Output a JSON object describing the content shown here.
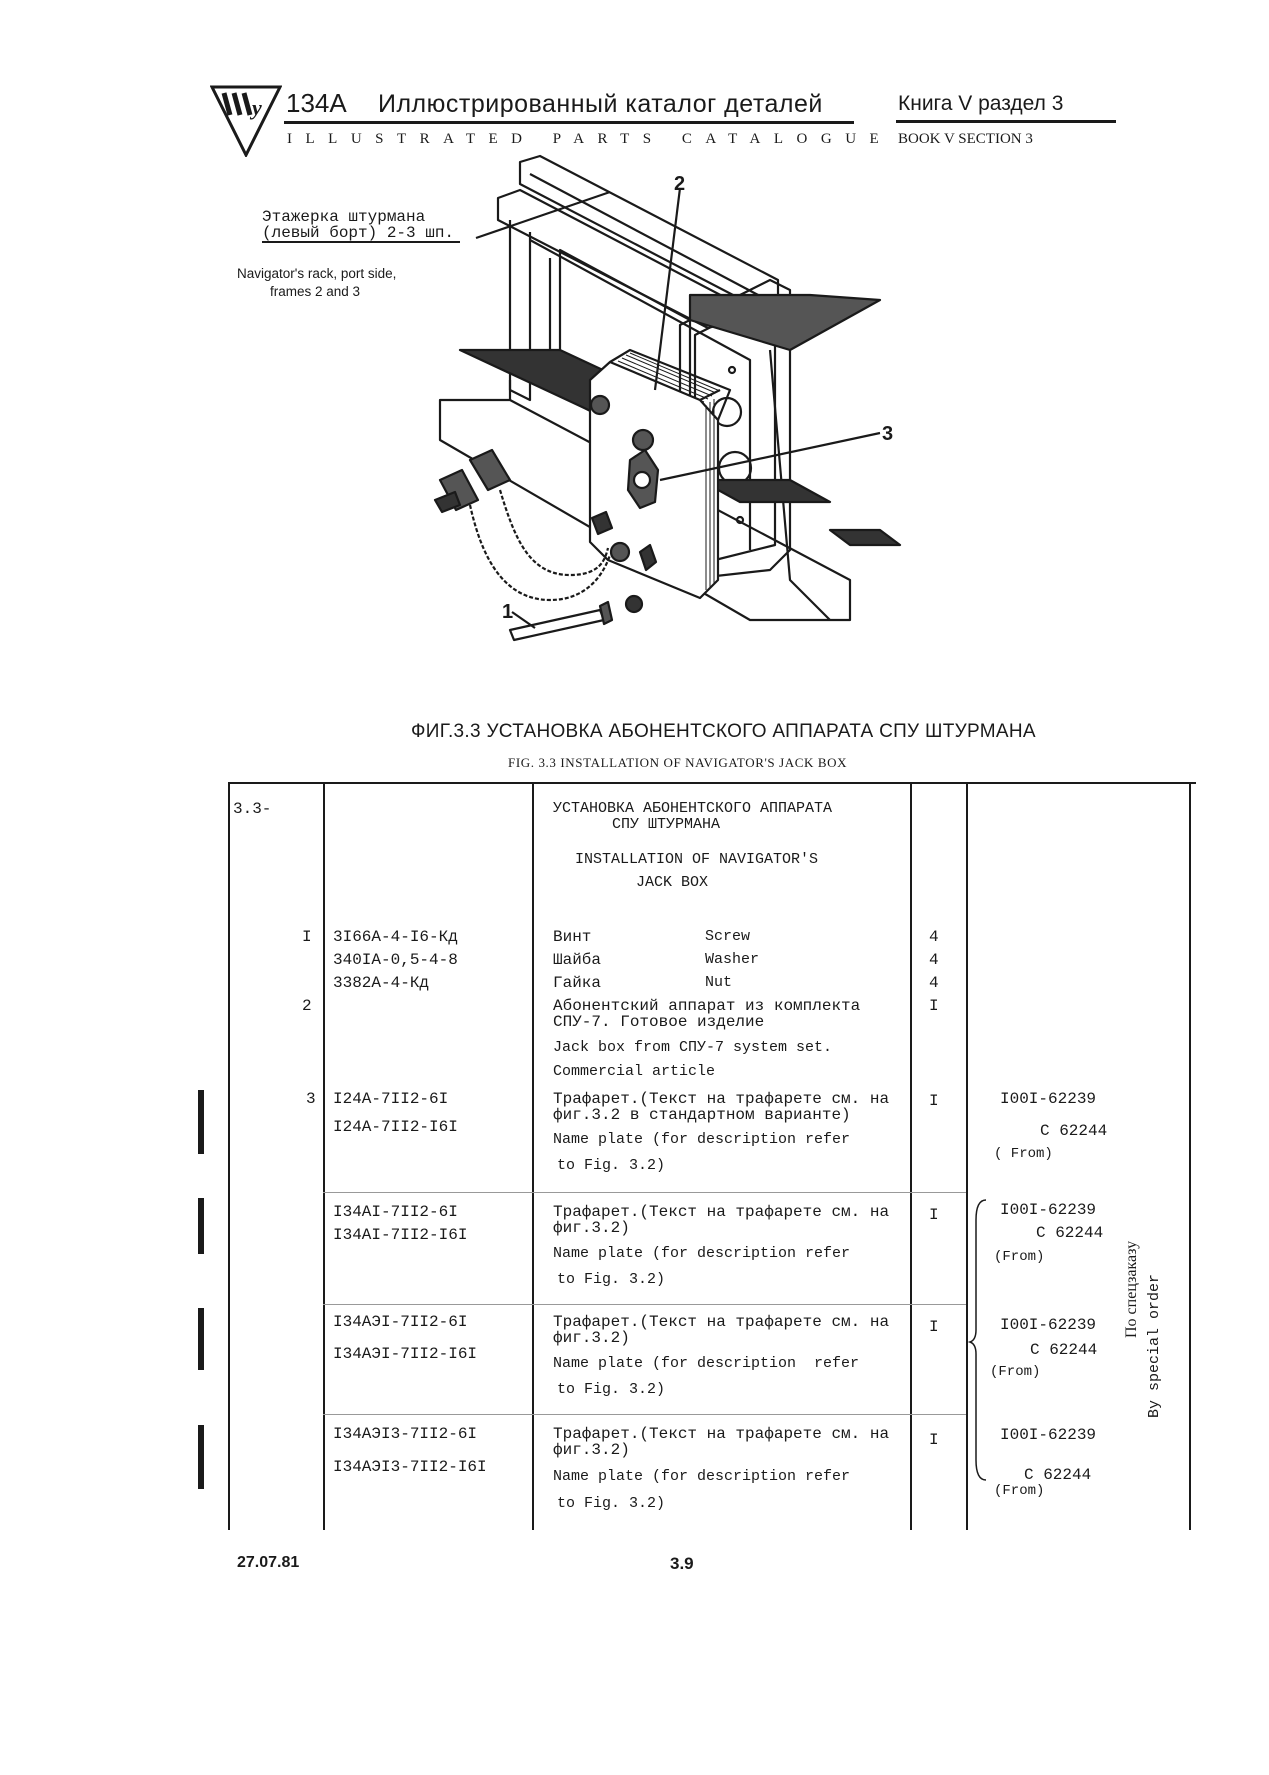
{
  "header": {
    "code": "134A",
    "title_ru": "Иллюстрированный  каталог деталей",
    "title_en": "ILLUSTRATED PARTS CATALOGUE",
    "book_ru": "Книга V  раздел 3",
    "book_en": "BOOK  V   SECTION 3"
  },
  "figure": {
    "callout_ru_line1": "Этажерка штурмана",
    "callout_ru_line2": "(левый борт) 2-3 шп.",
    "callout_en_line1": "Navigator's rack, port side,",
    "callout_en_line2": "frames 2 and 3",
    "labels": [
      "1",
      "2",
      "3"
    ],
    "caption_ru": "ФИГ.3.3 УСТАНОВКА АБОНЕНТСКОГО АППАРАТА СПУ ШТУРМАНА",
    "caption_en": "FIG. 3.3 INSTALLATION OF NAVIGATOR'S JACK BOX"
  },
  "table": {
    "fig_index": "3.3-",
    "heading_ru_1": "УСТАНОВКА АБОНЕНТСКОГО АППАРАТА",
    "heading_ru_2": "СПУ ШТУРМАНА",
    "heading_en_1": "INSTALLATION OF NAVIGATOR'S",
    "heading_en_2": "JACK BOX",
    "rows": [
      {
        "item": "I",
        "part": "3I66A-4-I6-Кд",
        "desc_ru": "Винт",
        "desc_en": "Screw",
        "qty": "4"
      },
      {
        "item": "",
        "part": "340IA-0,5-4-8",
        "desc_ru": "Шайба",
        "desc_en": "Washer",
        "qty": "4"
      },
      {
        "item": "",
        "part": "3382A-4-Кд",
        "desc_ru": "Гайка",
        "desc_en": "Nut",
        "qty": "4"
      },
      {
        "item": "2",
        "desc_ru_1": "Абонентский аппарат из комплекта",
        "desc_ru_2": "СПУ-7. Готовое изделие",
        "desc_en_1": "Jack box from СПУ-7 system set.",
        "desc_en_2": "Commercial article",
        "qty": "I"
      },
      {
        "item": "3",
        "part_1": "I24A-7II2-6I",
        "part_2": "I24A-7II2-I6I",
        "desc_ru_1": "Трафарет.(Текст на трафарете см. на",
        "desc_ru_2": "фиг.3.2 в стандартном варианте)",
        "desc_en_1": "Name plate (for description refer",
        "desc_en_2": "to Fig. 3.2)",
        "qty": "I",
        "eff_1": "I00I-62239",
        "eff_2": "C 62244",
        "eff_3": "( From)"
      },
      {
        "part_1": "I34AI-7II2-6I",
        "part_2": "I34AI-7II2-I6I",
        "desc_ru_1": "Трафарет.(Текст на трафарете см. на",
        "desc_ru_2": "фиг.3.2)",
        "desc_en_1": "Name plate (for description refer",
        "desc_en_2": "to Fig. 3.2)",
        "qty": "I",
        "eff_1": "I00I-62239",
        "eff_2": "C 62244",
        "eff_3": "(From)"
      },
      {
        "part_1": "I34AЭI-7II2-6I",
        "part_2": "I34AЭI-7II2-I6I",
        "desc_ru_1": "Трафарет.(Текст на трафарете см. на",
        "desc_ru_2": "фиг.3.2)",
        "desc_en_1": "Name plate (for description  refer",
        "desc_en_2": "to Fig. 3.2)",
        "qty": "I",
        "eff_1": "I00I-62239",
        "eff_2": "C 62244",
        "eff_3": "(From)"
      },
      {
        "part_1": "I34AЭI3-7II2-6I",
        "part_2": "I34AЭI3-7II2-I6I",
        "desc_ru_1": "Трафарет.(Текст на трафарете см. на",
        "desc_ru_2": "фиг.3.2)",
        "desc_en_1": "Name plate (for description refer",
        "desc_en_2": "to Fig. 3.2)",
        "qty": "I",
        "eff_1": "I00I-62239",
        "eff_2": "C 62244",
        "eff_3": "(From)"
      }
    ],
    "special_order_ru": "По спецзаказу",
    "special_order_en": "By special order"
  },
  "footer": {
    "date": "27.07.81",
    "page": "3.9"
  }
}
